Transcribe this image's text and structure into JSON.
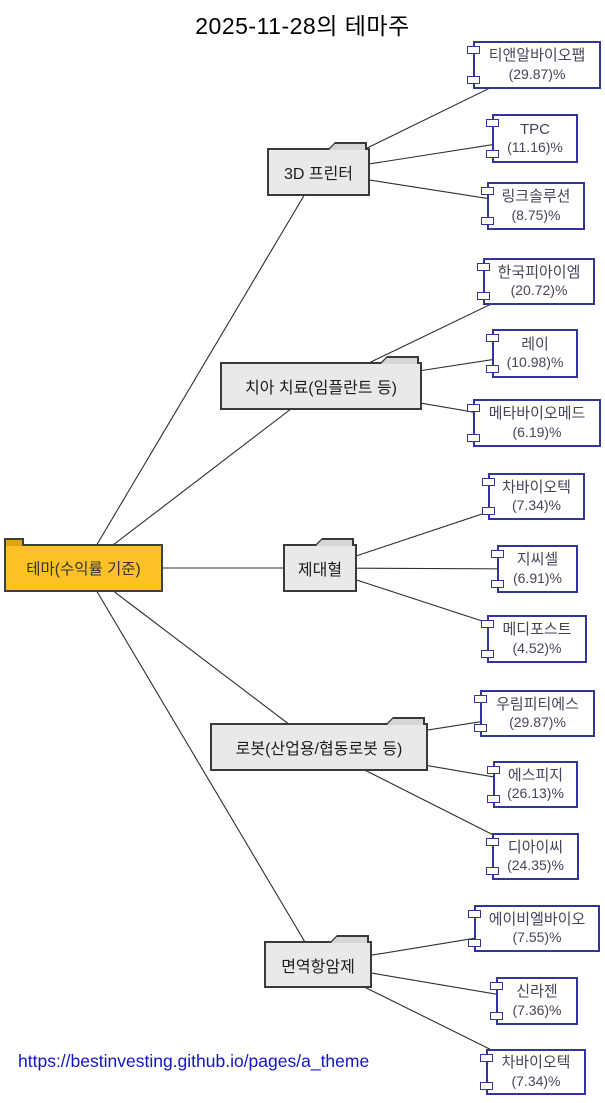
{
  "title": "2025-11-28의 테마주",
  "root": {
    "label": "테마(수익률 기준)"
  },
  "themes": [
    {
      "label": "3D 프린터",
      "stocks": [
        {
          "name": "티앤알바이오팹",
          "return": "(29.87)%"
        },
        {
          "name": "TPC",
          "return": "(11.16)%"
        },
        {
          "name": "링크솔루션",
          "return": "(8.75)%"
        }
      ]
    },
    {
      "label": "치아 치료(임플란트 등)",
      "stocks": [
        {
          "name": "한국피아이엠",
          "return": "(20.72)%"
        },
        {
          "name": "레이",
          "return": "(10.98)%"
        },
        {
          "name": "메타바이오메드",
          "return": "(6.19)%"
        }
      ]
    },
    {
      "label": "제대혈",
      "stocks": [
        {
          "name": "차바이오텍",
          "return": "(7.34)%"
        },
        {
          "name": "지씨셀",
          "return": "(6.91)%"
        },
        {
          "name": "메디포스트",
          "return": "(4.52)%"
        }
      ]
    },
    {
      "label": "로봇(산업용/협동로봇 등)",
      "stocks": [
        {
          "name": "우림피티에스",
          "return": "(29.87)%"
        },
        {
          "name": "에스피지",
          "return": "(26.13)%"
        },
        {
          "name": "디아이씨",
          "return": "(24.35)%"
        }
      ]
    },
    {
      "label": "면역항암제",
      "stocks": [
        {
          "name": "에이비엘바이오",
          "return": "(7.55)%"
        },
        {
          "name": "신라젠",
          "return": "(7.36)%"
        },
        {
          "name": "차바이오텍",
          "return": "(7.34)%"
        }
      ]
    }
  ],
  "footer": {
    "url": "https://bestinvesting.github.io/pages/a_theme"
  },
  "colors": {
    "root_fill": "#fdc128",
    "root_tab_fill": "#e2a313",
    "root_border": "#3f3f3f",
    "theme_fill": "#e9e9e9",
    "theme_tab_fill": "#d6d6d6",
    "theme_border": "#3a3a3a",
    "stock_fill": "#ffffff",
    "stock_border": "#3434a0",
    "stock_text": "#45455a",
    "edge": "#2e2e2e",
    "title_text": "#000000",
    "link": "#1414cc"
  }
}
